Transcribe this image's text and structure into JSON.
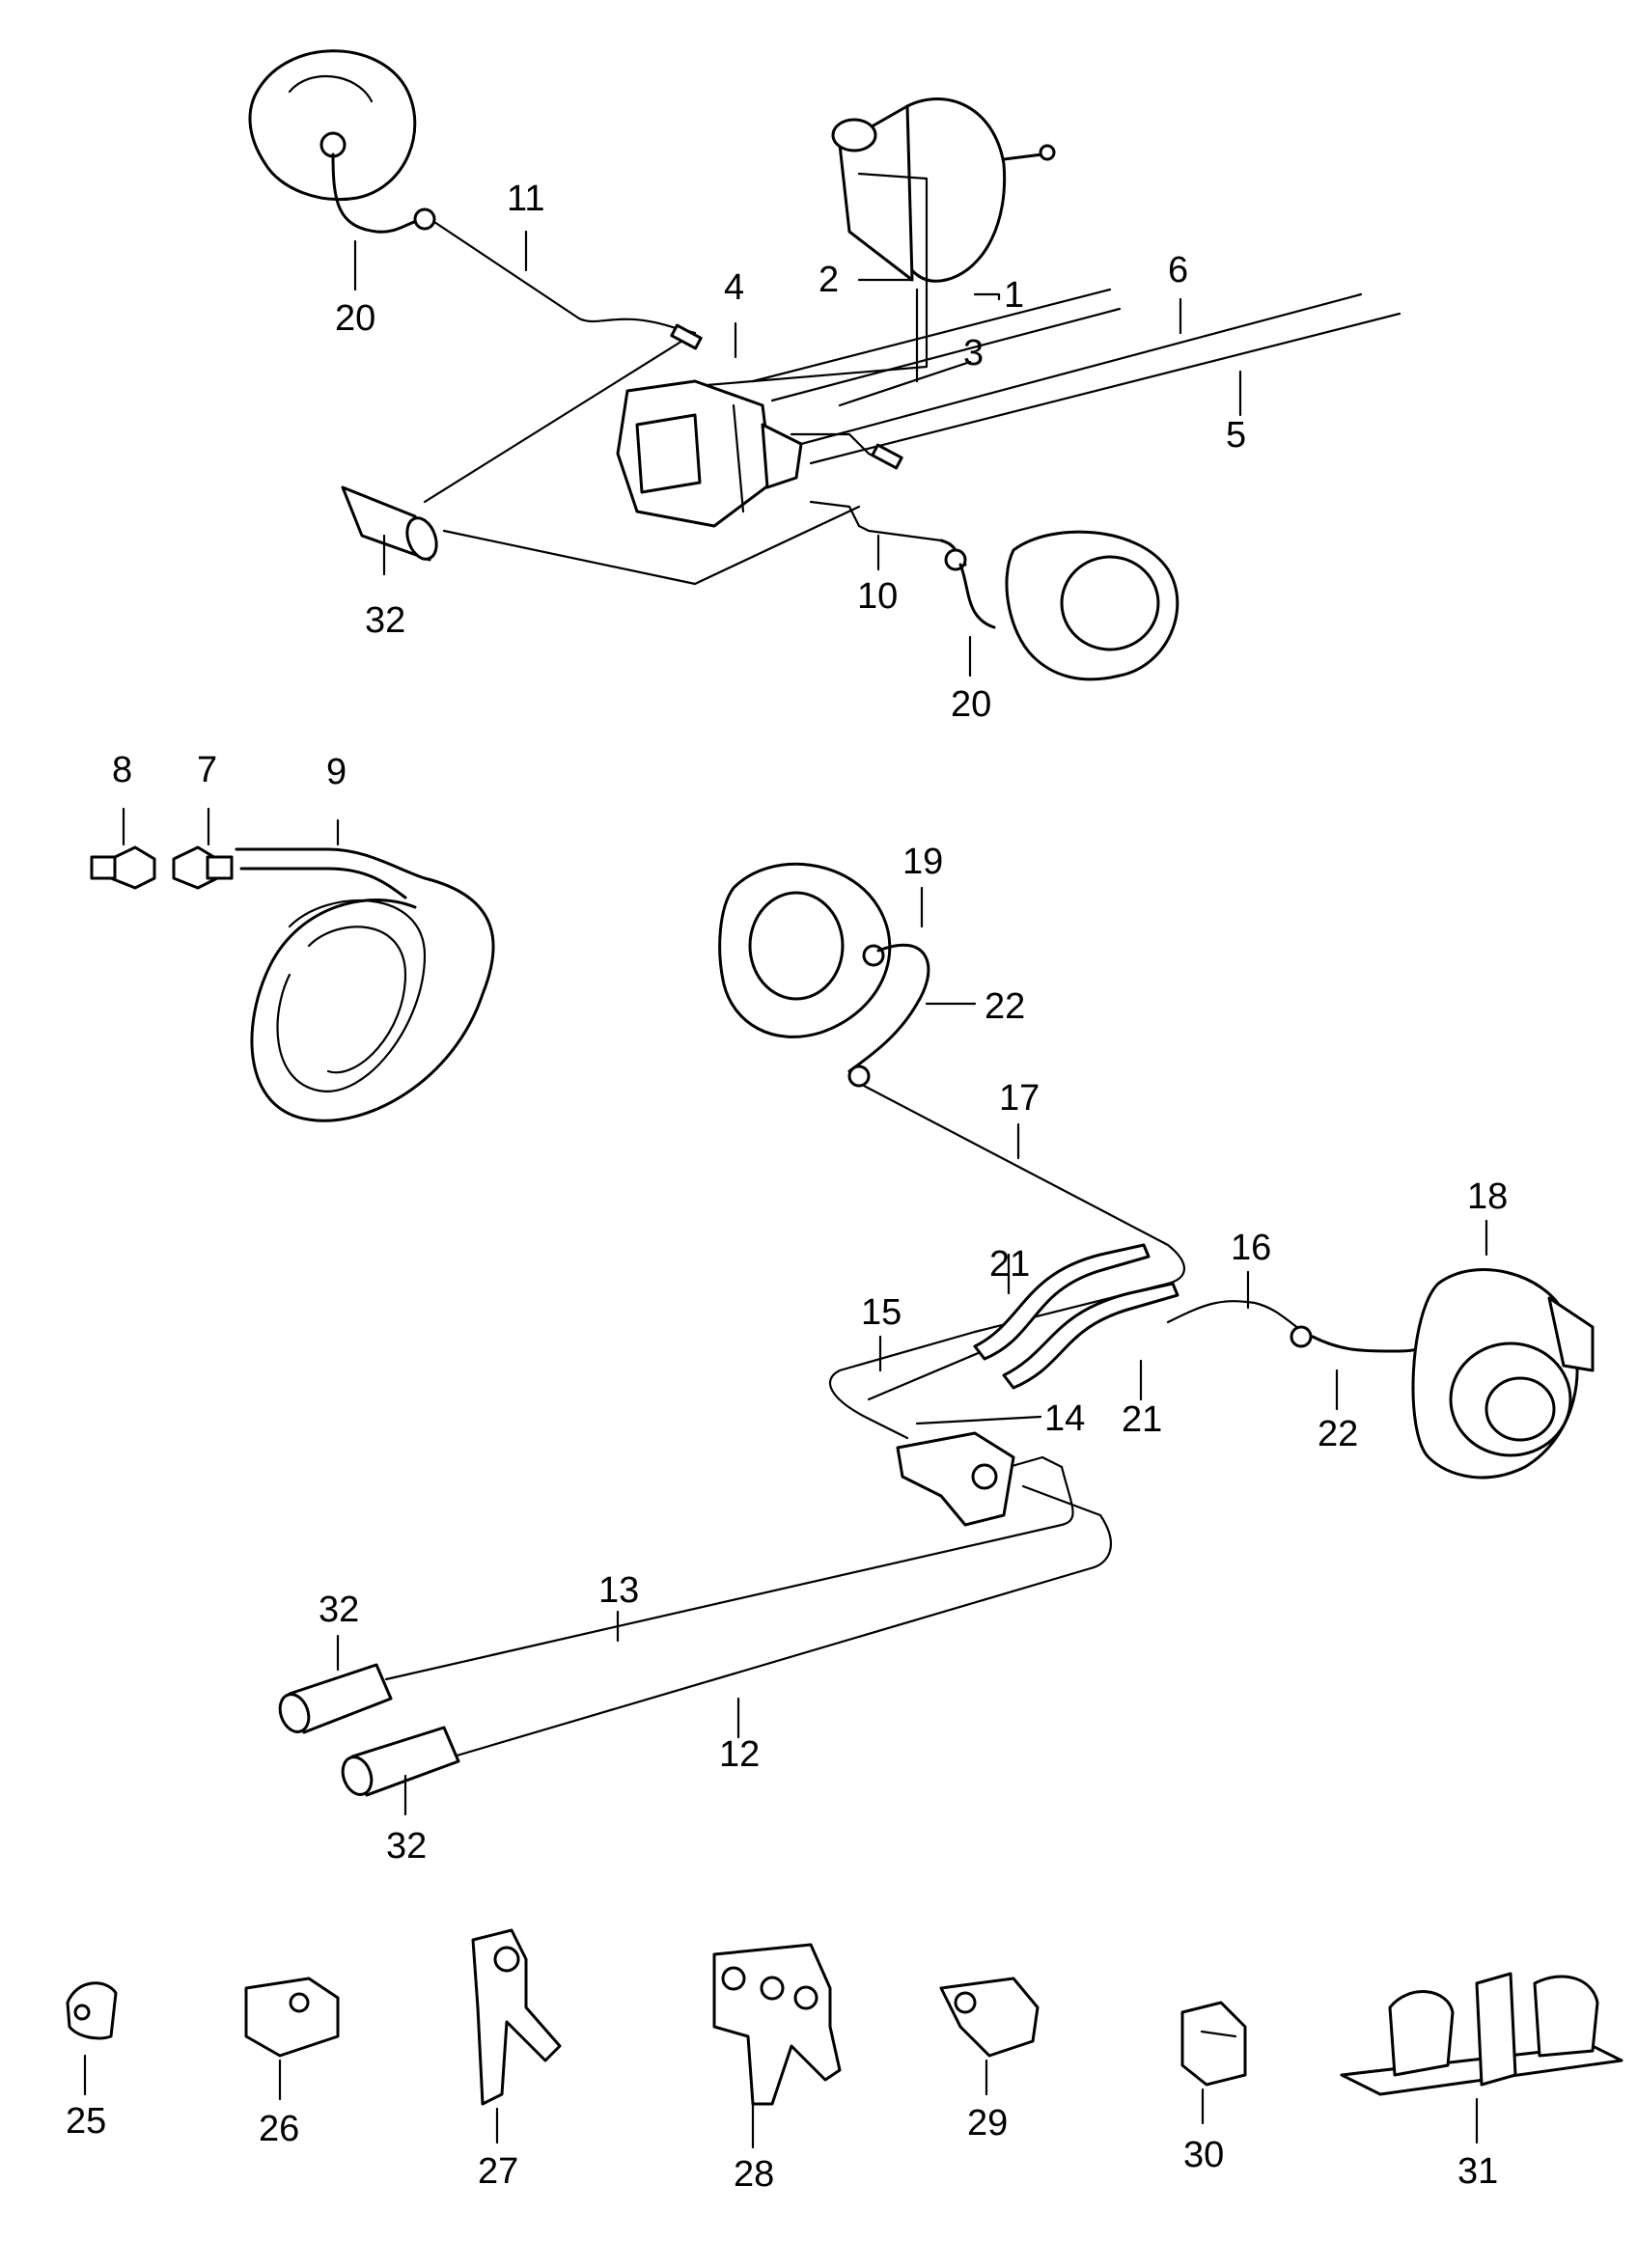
{
  "callouts": [
    {
      "id": "c1",
      "text": "1"
    },
    {
      "id": "c2",
      "text": "2"
    },
    {
      "id": "c3",
      "text": "3"
    },
    {
      "id": "c4",
      "text": "4"
    },
    {
      "id": "c5",
      "text": "5"
    },
    {
      "id": "c6",
      "text": "6"
    },
    {
      "id": "c7",
      "text": "7"
    },
    {
      "id": "c8",
      "text": "8"
    },
    {
      "id": "c9",
      "text": "9"
    },
    {
      "id": "c10",
      "text": "10"
    },
    {
      "id": "c11",
      "text": "11"
    },
    {
      "id": "c12",
      "text": "12"
    },
    {
      "id": "c13",
      "text": "13"
    },
    {
      "id": "c14",
      "text": "14"
    },
    {
      "id": "c15",
      "text": "15"
    },
    {
      "id": "c16",
      "text": "16"
    },
    {
      "id": "c17",
      "text": "17"
    },
    {
      "id": "c18",
      "text": "18"
    },
    {
      "id": "c19",
      "text": "19"
    },
    {
      "id": "c20a",
      "text": "20"
    },
    {
      "id": "c20b",
      "text": "20"
    },
    {
      "id": "c21a",
      "text": "21"
    },
    {
      "id": "c21b",
      "text": "21"
    },
    {
      "id": "c22a",
      "text": "22"
    },
    {
      "id": "c22b",
      "text": "22"
    },
    {
      "id": "c25",
      "text": "25"
    },
    {
      "id": "c26",
      "text": "26"
    },
    {
      "id": "c27",
      "text": "27"
    },
    {
      "id": "c28",
      "text": "28"
    },
    {
      "id": "c29",
      "text": "29"
    },
    {
      "id": "c30",
      "text": "30"
    },
    {
      "id": "c31",
      "text": "31"
    },
    {
      "id": "c32a",
      "text": "32"
    },
    {
      "id": "c32b",
      "text": "32"
    },
    {
      "id": "c32c",
      "text": "32"
    }
  ]
}
